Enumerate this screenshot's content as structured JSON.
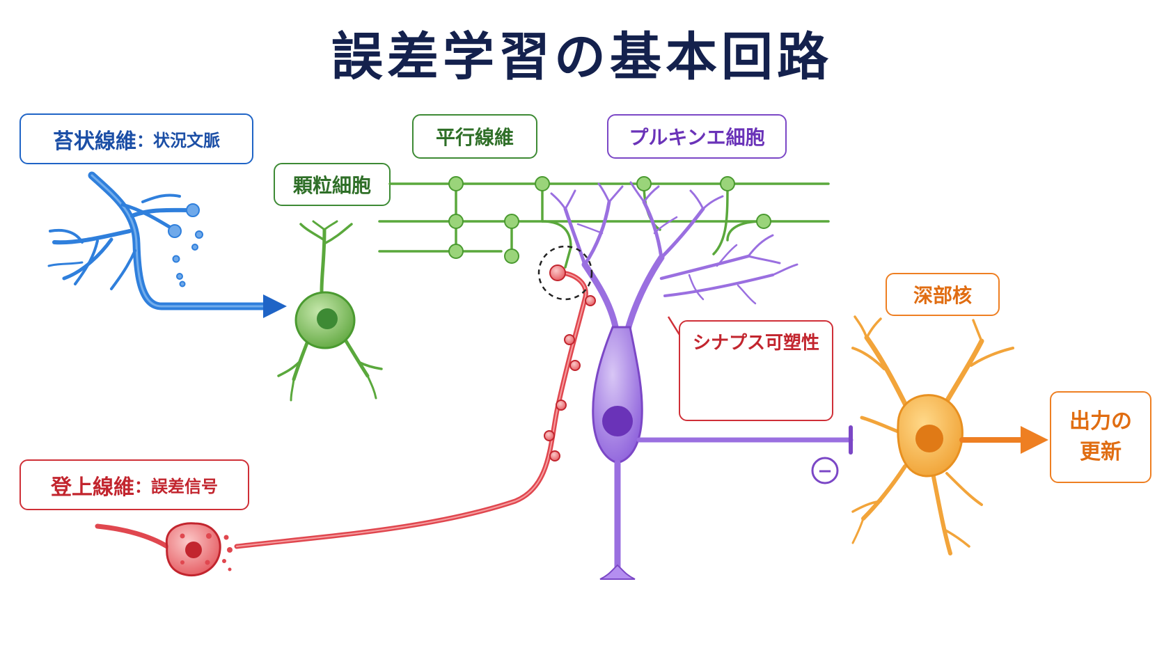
{
  "title": "誤差学習の基本回路",
  "labels": {
    "mossy_fiber": "苔状線維",
    "mossy_fiber_role": "状況文脈",
    "granule_cell": "顆粒細胞",
    "parallel_fiber": "平行線維",
    "purkinje_cell": "プルキンエ細胞",
    "synaptic_plasticity": "シナプス可塑性",
    "deep_nucleus": "深部核",
    "climbing_fiber": "登上線維",
    "climbing_fiber_role": "誤差信号",
    "output_line1": "出力の",
    "output_line2": "更新",
    "separator": "：",
    "inhibition_sign": "−"
  },
  "colors": {
    "title": "#14214d",
    "mossy": "#2f7fdc",
    "granule": "#6fb54f",
    "purkinje": "#9a6fe0",
    "climbing": "#e0474f",
    "deep": "#f2a43a",
    "output": "#ee7f22"
  },
  "icons": [
    "arrow-right-icon",
    "inhibition-minus-icon",
    "synapse-shrink-arrow-icon"
  ]
}
